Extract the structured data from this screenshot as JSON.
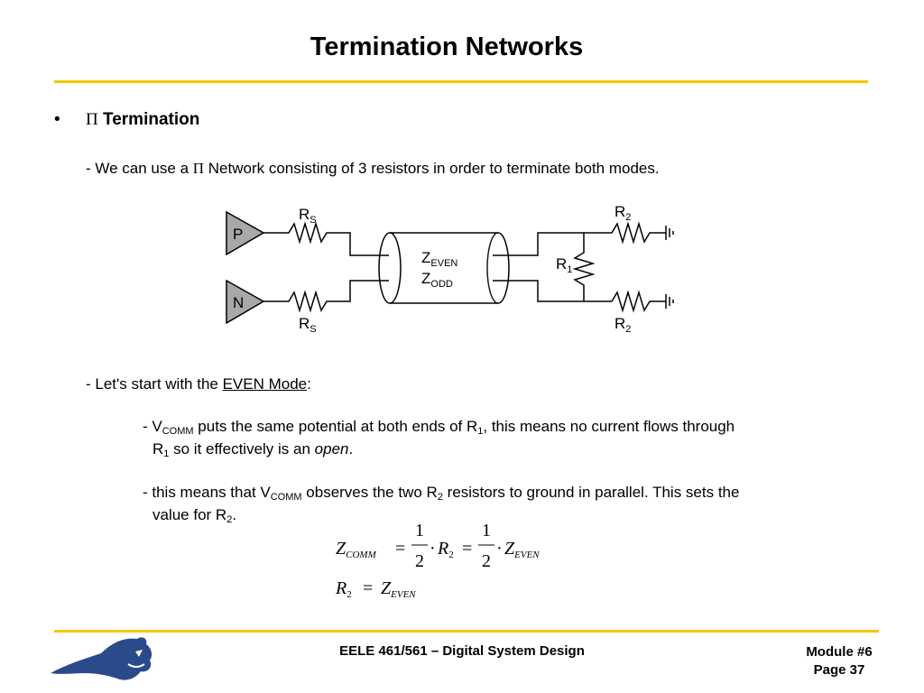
{
  "slide": {
    "title": "Termination Networks"
  },
  "section": {
    "bullet": "•",
    "pi_symbol": "Π",
    "heading": "Termination"
  },
  "body": {
    "line1_pre": "- We can use a ",
    "line1_pi": "Π",
    "line1_post": " Network consisting of 3 resistors in order to terminate both modes.",
    "line2_pre": "- Let's start with the ",
    "line2_link": "EVEN Mode",
    "line2_post": ":",
    "line3_a": "- V",
    "line3_sub1": "COMM",
    "line3_b": " puts the same potential at both ends of R",
    "line3_sub2": "1",
    "line3_c": ", this means no current flows through",
    "line3b_a": "R",
    "line3b_sub": "1",
    "line3b_b": " so it effectively is an ",
    "line3b_italic": "open",
    "line3b_c": ".",
    "line4_a": "- this means that V",
    "line4_sub1": "COMM",
    "line4_b": " observes the two R",
    "line4_sub2": "2",
    "line4_c": " resistors to ground in parallel.  This sets the",
    "line4b_a": "value for R",
    "line4b_sub": "2",
    "line4b_b": "."
  },
  "diagram": {
    "driver_p": "P",
    "driver_n": "N",
    "rs_label": "R",
    "rs_sub": "S",
    "r1_label": "R",
    "r1_sub": "1",
    "r2_label": "R",
    "r2_sub": "2",
    "z_label": "Z",
    "z_even_sub": "EVEN",
    "z_odd_sub": "ODD"
  },
  "equations": {
    "z": "Z",
    "comm_sub": "COMM",
    "even_sub": "EVEN",
    "equals": "=",
    "one": "1",
    "two": "2",
    "dot": "·",
    "r": "R",
    "r_sub": "2"
  },
  "footer": {
    "course": "EELE 461/561 – Digital System Design",
    "module": "Module #6",
    "page": "Page 37"
  },
  "colors": {
    "accent_rule": "#f5c800",
    "logo_blue": "#2a4a8c",
    "driver_fill": "#a8a8a8"
  }
}
